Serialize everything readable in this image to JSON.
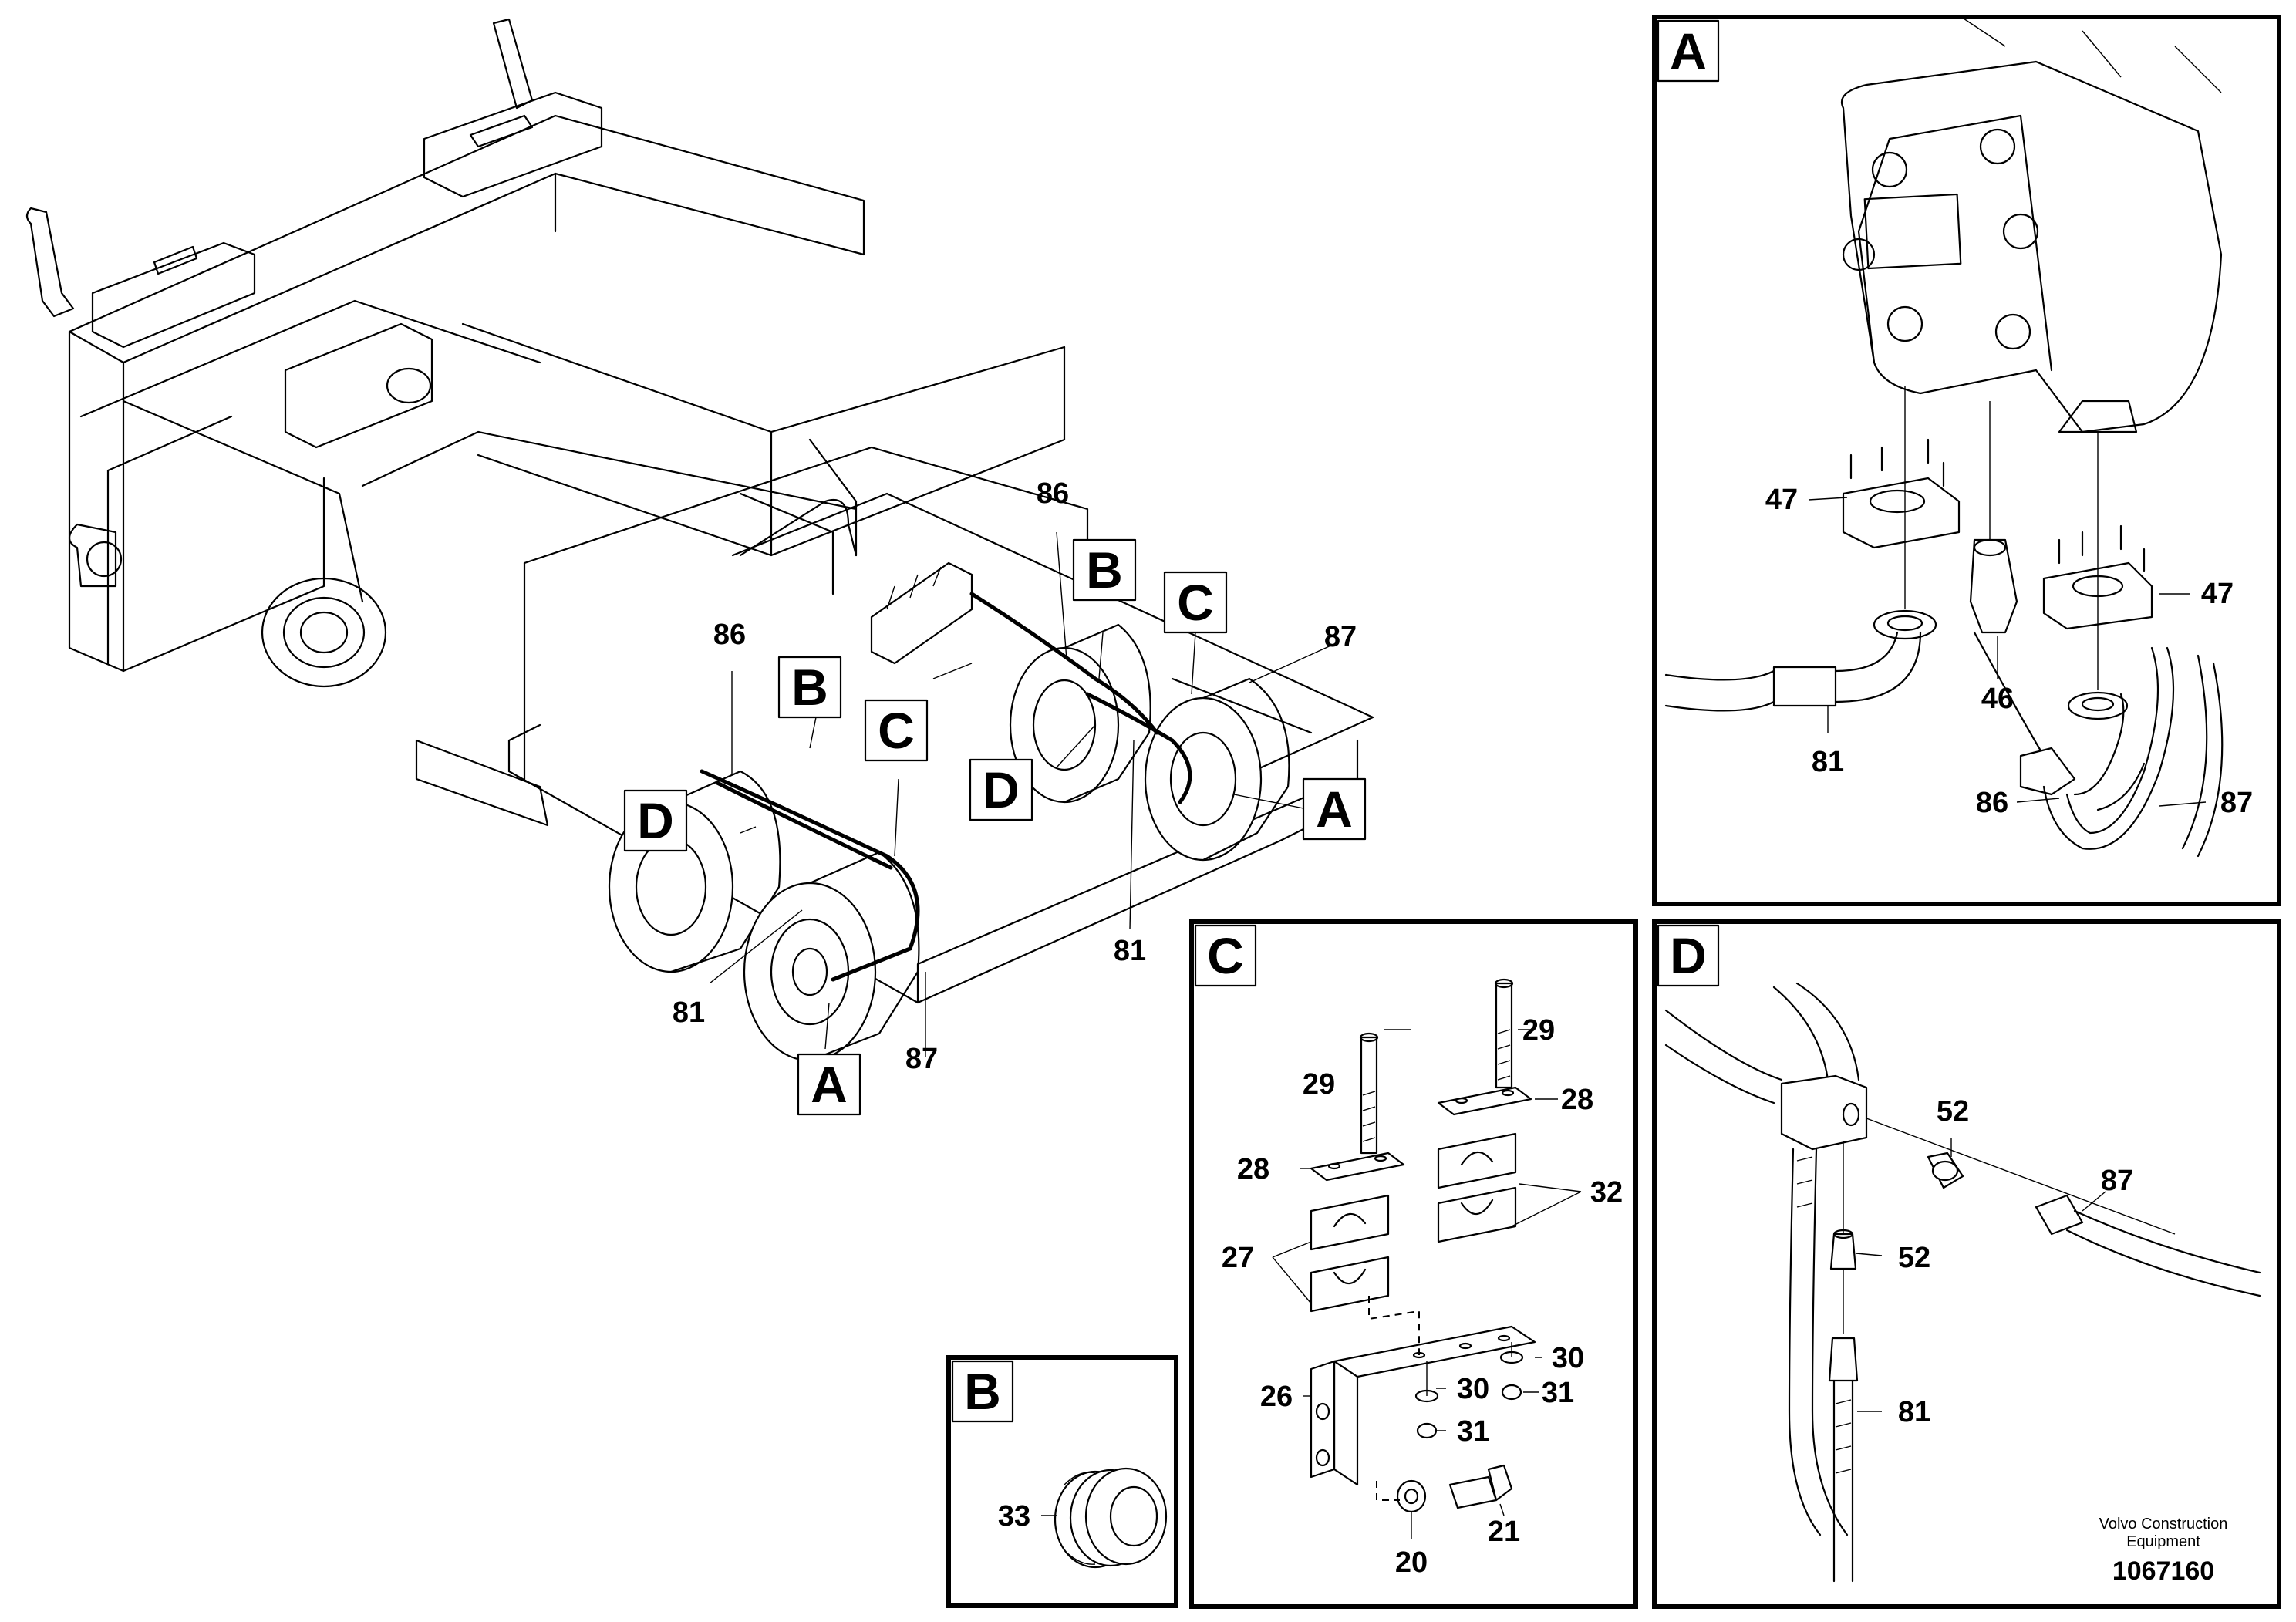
{
  "views": {
    "a": "A",
    "b": "B",
    "c": "C",
    "d": "D"
  },
  "main_labels": {
    "l86a": "86",
    "l86b": "86",
    "l87a": "87",
    "l87b": "87",
    "l81a": "81",
    "l81b": "81"
  },
  "detail_a_labels": {
    "l47a": "47",
    "l47b": "47",
    "l46": "46",
    "l81": "81",
    "l86": "86",
    "l87": "87"
  },
  "detail_b_labels": {
    "l33": "33"
  },
  "detail_c_labels": {
    "l29a": "29",
    "l29b": "29",
    "l28a": "28",
    "l28b": "28",
    "l32": "32",
    "l27": "27",
    "l26": "26",
    "l30a": "30",
    "l30b": "30",
    "l31a": "31",
    "l31b": "31",
    "l21": "21",
    "l20": "20"
  },
  "detail_d_labels": {
    "l52a": "52",
    "l52b": "52",
    "l87": "87",
    "l81": "81"
  },
  "footer": {
    "credit_line1": "Volvo Construction",
    "credit_line2": "Equipment",
    "doc_number": "1067160"
  }
}
